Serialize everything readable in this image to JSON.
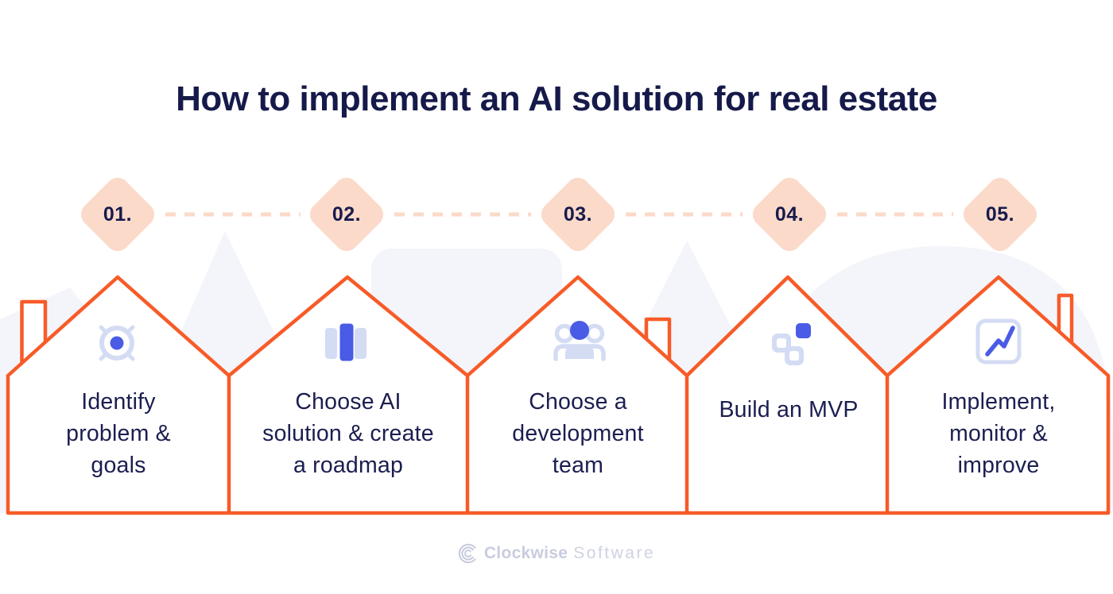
{
  "title": "How to implement an AI solution for real estate",
  "steps": [
    {
      "number": "01.",
      "icon": "target-icon",
      "lines": [
        "Identify",
        "problem &",
        "goals"
      ]
    },
    {
      "number": "02.",
      "icon": "map-icon",
      "lines": [
        "Choose AI",
        "solution & create",
        "a roadmap"
      ]
    },
    {
      "number": "03.",
      "icon": "team-icon",
      "lines": [
        "Choose a",
        "development",
        "team"
      ]
    },
    {
      "number": "04.",
      "icon": "blocks-icon",
      "lines": [
        "Build an MVP"
      ]
    },
    {
      "number": "05.",
      "icon": "chart-icon",
      "lines": [
        "Implement,",
        "monitor &",
        "improve"
      ]
    }
  ],
  "footer": {
    "brand_bold": "Clockwise",
    "brand_light": "Software"
  },
  "colors": {
    "accent_orange": "#F75B28",
    "peach": "#FBDACA",
    "navy_text": "#1B1E50",
    "title_navy": "#161A4A",
    "icon_blue": "#4A5BE6",
    "icon_lavender": "#D4DCF4",
    "background_shape": "#F4F5FA",
    "logo_gray": "#C9CCDE"
  }
}
